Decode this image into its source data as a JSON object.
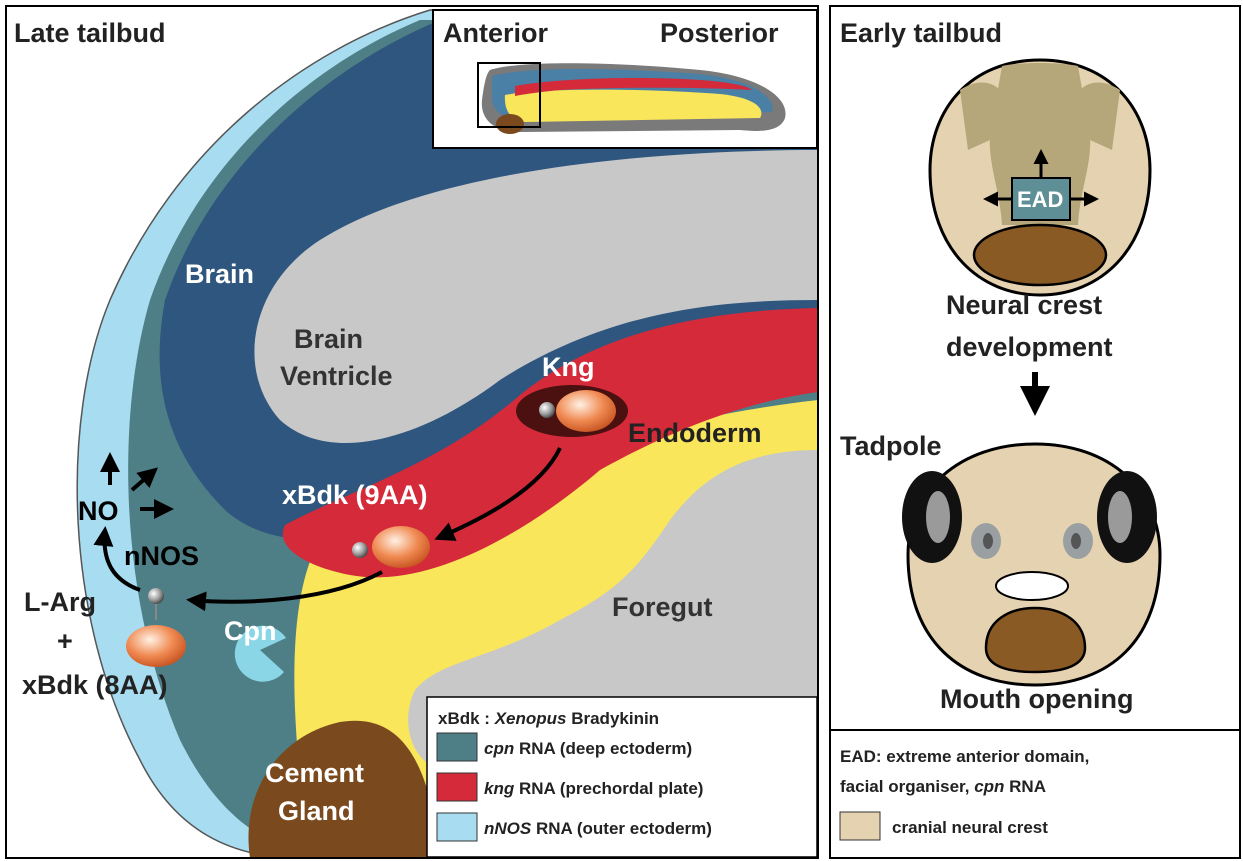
{
  "left_panel": {
    "title": "Late tailbud",
    "inset": {
      "anterior": "Anterior",
      "posterior": "Posterior"
    },
    "labels": {
      "brain": "Brain",
      "brain_ventricle_1": "Brain",
      "brain_ventricle_2": "Ventricle",
      "kng": "Kng",
      "endoderm": "Endoderm",
      "xbdk9": "xBdk (9AA)",
      "no": "NO",
      "nnos": "nNOS",
      "larg": "L-Arg",
      "plus": "+",
      "xbdk8": "xBdk (8AA)",
      "cpn": "Cpn",
      "foregut": "Foregut",
      "cement_1": "Cement",
      "cement_2": "Gland"
    },
    "legend": {
      "title_pre": "xBdk : ",
      "title_italic": "Xenopus",
      "title_post": " Bradykinin",
      "items": [
        {
          "italic": "cpn",
          "text": " RNA (deep ectoderm)",
          "color": "#4f7f86"
        },
        {
          "italic": "kng",
          "text": " RNA (prechordal plate)",
          "color": "#d42a3a"
        },
        {
          "italic": "nNOS",
          "text": " RNA (outer ectoderm)",
          "color": "#a8dcf0"
        }
      ]
    }
  },
  "right_panel": {
    "title": "Early tailbud",
    "ead": "EAD",
    "neural_crest_1": "Neural crest",
    "neural_crest_2": "development",
    "tadpole": "Tadpole",
    "mouth": "Mouth opening",
    "legend": {
      "line1": "EAD: extreme anterior domain,",
      "line2_pre": "facial organiser, ",
      "line2_italic": "cpn",
      "line2_post": " RNA",
      "swatch_label": "cranial neural crest",
      "swatch_color": "#e5d2b0"
    }
  },
  "colors": {
    "brain": "#2f567e",
    "ventricle": "#c8c8c8",
    "endoderm": "#f9e65a",
    "deep_ectoderm": "#4f7f86",
    "prechordal": "#d42a3a",
    "outer_ectoderm": "#a8dcf0",
    "cement": "#7a4a1e",
    "face": "#e5d2b0",
    "mouth": "#8a5a25"
  }
}
